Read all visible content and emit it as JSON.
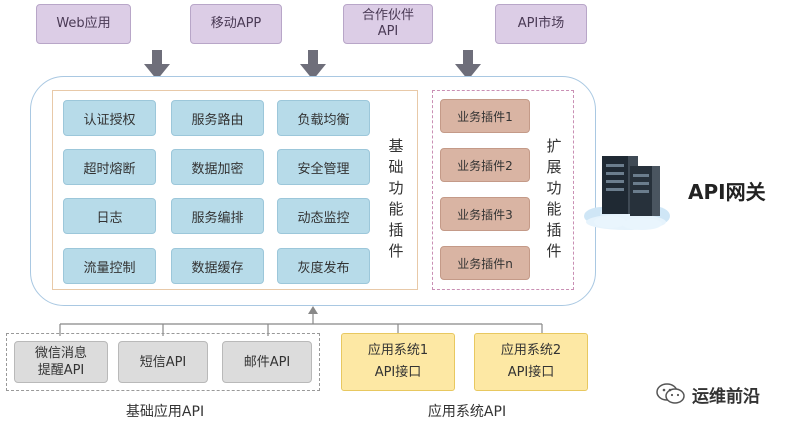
{
  "clients": [
    "Web应用",
    "移动APP",
    "合作伙伴\nAPI",
    "API市场"
  ],
  "basic_plugins": {
    "label": "基础功能插件",
    "cells": [
      "认证授权",
      "服务路由",
      "负载均衡",
      "超时熔断",
      "数据加密",
      "安全管理",
      "日志",
      "服务编排",
      "动态监控",
      "流量控制",
      "数据缓存",
      "灰度发布"
    ]
  },
  "extension_plugins": {
    "label": "扩展功能插件",
    "items": [
      "业务插件1",
      "业务插件2",
      "业务插件3",
      "业务插件n"
    ]
  },
  "gateway": {
    "title": "API网关",
    "icon": "server-cloud-icon"
  },
  "basic_apis": {
    "caption": "基础应用API",
    "items": [
      "微信消息\n提醒API",
      "短信API",
      "邮件API"
    ]
  },
  "system_apis": {
    "caption": "应用系统API",
    "items": [
      {
        "name": "应用系统1",
        "sub": "API接口"
      },
      {
        "name": "应用系统2",
        "sub": "API接口"
      }
    ]
  },
  "watermark": {
    "text": "运维前沿",
    "icon": "wechat-icon"
  },
  "colors": {
    "client": "#dccde6",
    "basic_cell": "#b7dbe9",
    "extension_plugin": "#d9b4a3",
    "basic_api": "#dcdcdc",
    "system_api": "#fde8a4",
    "arrow": "#6e6e7a"
  }
}
